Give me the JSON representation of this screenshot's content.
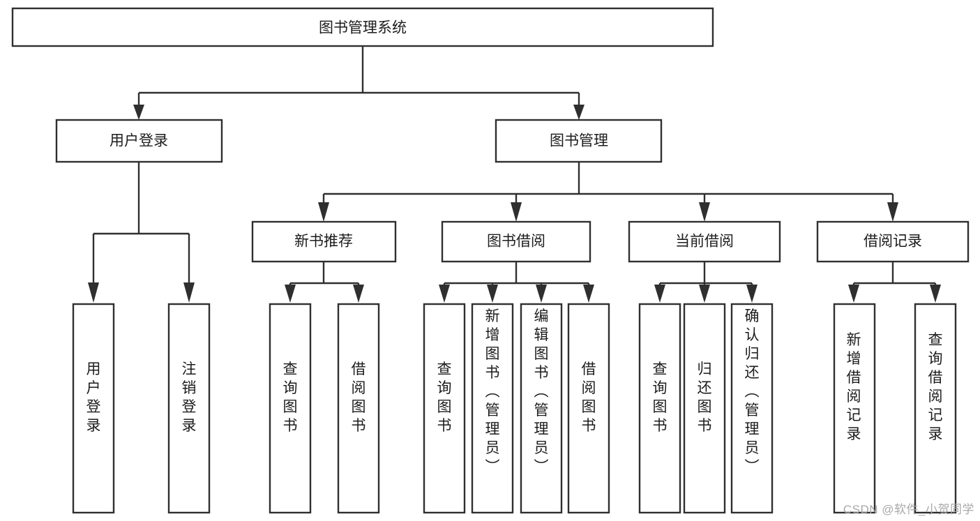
{
  "diagram": {
    "type": "tree",
    "title": "图书管理系统",
    "watermark": "CSDN @软件_小贺同学",
    "colors": {
      "stroke": "#2f2f2f",
      "box_fill": "#ffffff",
      "text": "#1c1c1c",
      "watermark": "#a8a8a8",
      "background": "#ffffff"
    },
    "levels": {
      "root": "图书管理系统",
      "level2": [
        "用户登录",
        "图书管理"
      ],
      "level3": [
        "新书推荐",
        "图书借阅",
        "当前借阅",
        "借阅记录"
      ]
    },
    "nodes": {
      "root": {
        "label": "图书管理系统"
      },
      "user_login": {
        "label": "用户登录"
      },
      "book_manage": {
        "label": "图书管理"
      },
      "new_book_rec": {
        "label": "新书推荐"
      },
      "book_borrow": {
        "label": "图书借阅"
      },
      "current_borrow": {
        "label": "当前借阅"
      },
      "borrow_record": {
        "label": "借阅记录"
      }
    },
    "leaves": {
      "user_login": [
        "用户登录",
        "注销登录"
      ],
      "new_book_rec": [
        "查询图书",
        "借阅图书"
      ],
      "book_borrow": [
        "查询图书",
        "新增图书（管理员）",
        "编辑图书（管理员）",
        "借阅图书"
      ],
      "current_borrow": [
        "查询图书",
        "归还图书",
        "确认归还（管理员）"
      ],
      "borrow_record": [
        "新增借阅记录",
        "查询借阅记录"
      ]
    }
  }
}
